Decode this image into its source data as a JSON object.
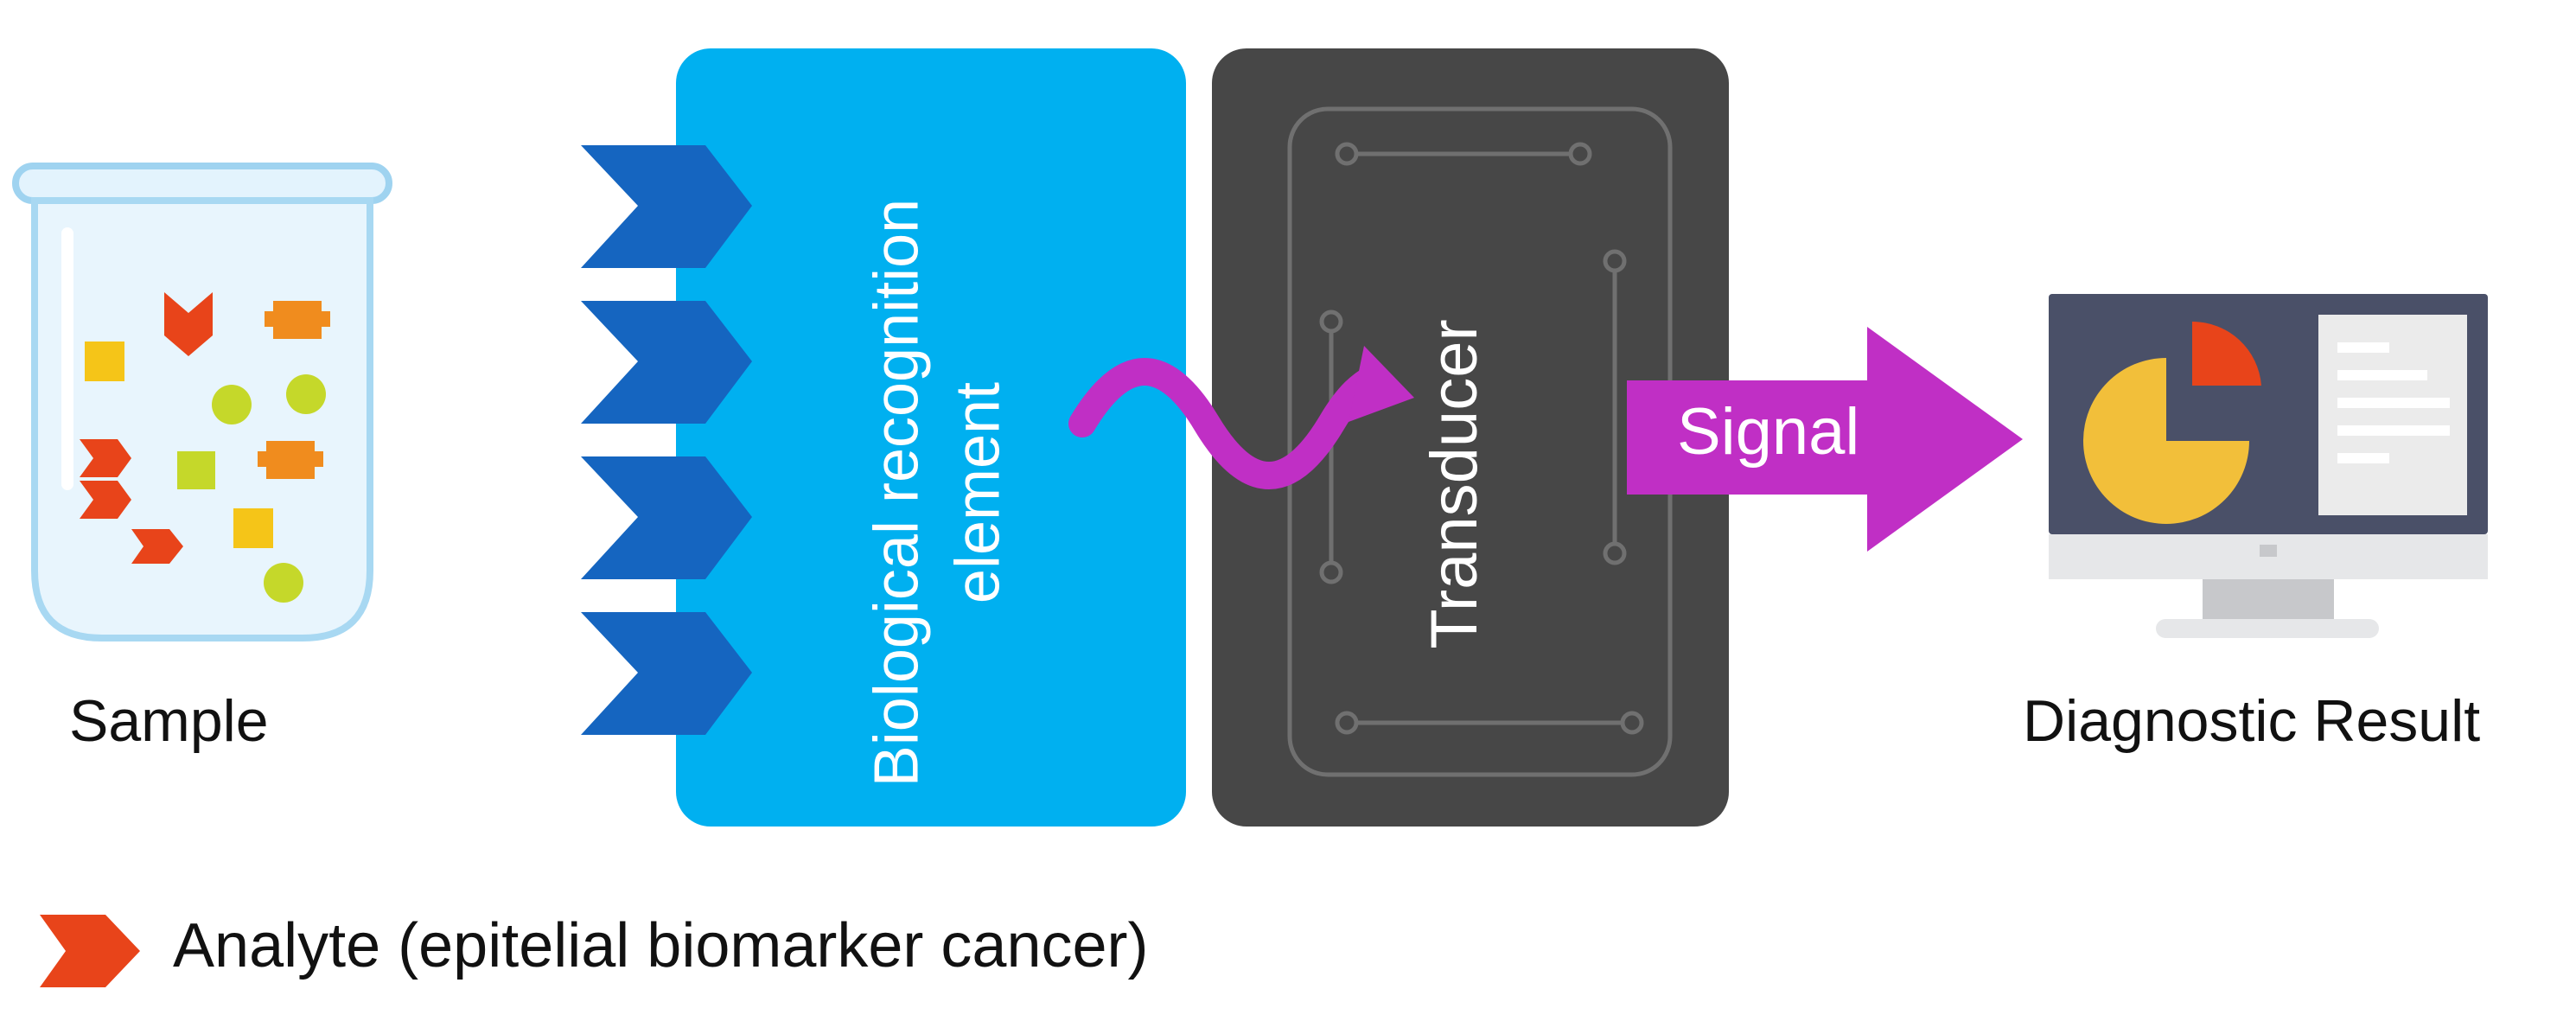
{
  "labels": {
    "sample": "Sample",
    "bio_line1": "Biological recognition",
    "bio_line2": "element",
    "transducer": "Transducer",
    "signal": "Signal",
    "result": "Diagnostic Result",
    "legend": "Analyte (epitelial biomarker cancer)"
  },
  "colors": {
    "bio_block": "#00b0f0",
    "receptor": "#1565c0",
    "transducer_block": "#474747",
    "signal_arrow": "#c02fc5",
    "analyte": "#e8441a",
    "monitor_frame": "#4a5068",
    "pie_main": "#f2bf3a",
    "pie_slice": "#e8441a"
  },
  "icons": {
    "sample": "beaker-icon",
    "receptor": "chevron-receptor-icon",
    "wave": "wavy-arrow-icon",
    "result": "monitor-chart-icon",
    "legend": "analyte-chevron-icon"
  }
}
